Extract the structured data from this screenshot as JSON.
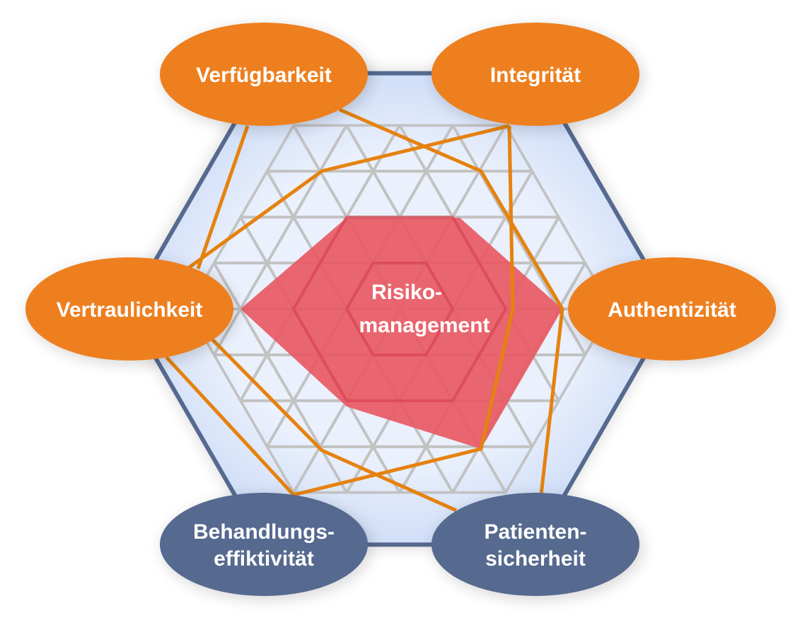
{
  "center": {
    "line1": "Risiko-",
    "line2": "management"
  },
  "nodes": [
    {
      "id": "verfuegbarkeit",
      "lines": [
        "Verfügbarkeit"
      ],
      "color": "#ee7f1f"
    },
    {
      "id": "integritaet",
      "lines": [
        "Integrität"
      ],
      "color": "#ee7f1f"
    },
    {
      "id": "vertraulichkeit",
      "lines": [
        "Vertraulichkeit"
      ],
      "color": "#ee7f1f"
    },
    {
      "id": "authentizitaet",
      "lines": [
        "Authentizität"
      ],
      "color": "#ee7f1f"
    },
    {
      "id": "behandlungseffektivitaet",
      "lines": [
        "Behandlungs-",
        "effiktivität"
      ],
      "color": "#56698f"
    },
    {
      "id": "patientensicherheit",
      "lines": [
        "Patienten-",
        "sicherheit"
      ],
      "color": "#56698f"
    }
  ],
  "colors": {
    "risk": "#e85a64",
    "hexagon_border": "#56698f",
    "hexagon_fill": "#e4ecfb",
    "link": "#e5820f"
  }
}
